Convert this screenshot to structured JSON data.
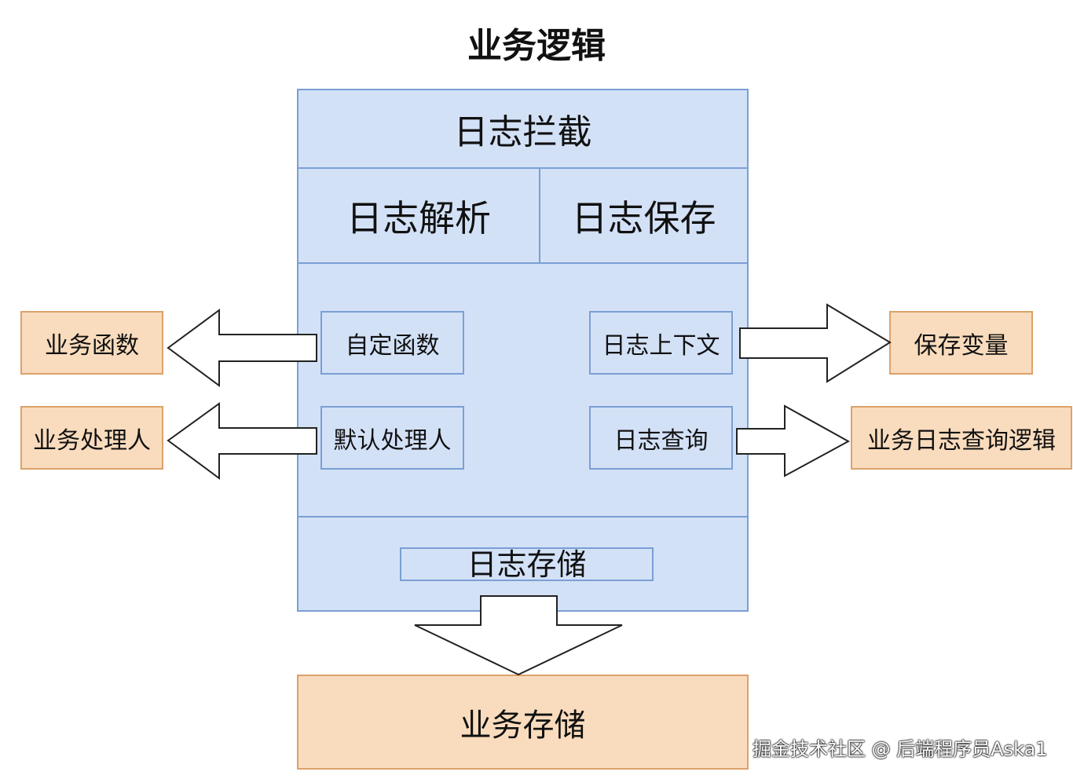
{
  "title": "业务逻辑",
  "main": {
    "header": "日志拦截",
    "row2": [
      "日志解析",
      "日志保存"
    ],
    "inner": {
      "custom_func": "自定函数",
      "default_handler": "默认处理人",
      "log_context": "日志上下文",
      "log_query": "日志查询",
      "log_storage": "日志存储"
    }
  },
  "outer": {
    "biz_func": "业务函数",
    "biz_handler": "业务处理人",
    "save_var": "保存变量",
    "biz_query_logic": "业务日志查询逻辑",
    "biz_storage": "业务存储"
  },
  "watermark": "掘金技术社区 @ 后端程序员Aska1",
  "colors": {
    "blue_fill": "#d3e1f7",
    "blue_border": "#7a9fd4",
    "orange_fill": "#f9dcbd",
    "orange_border": "#dca26a"
  }
}
